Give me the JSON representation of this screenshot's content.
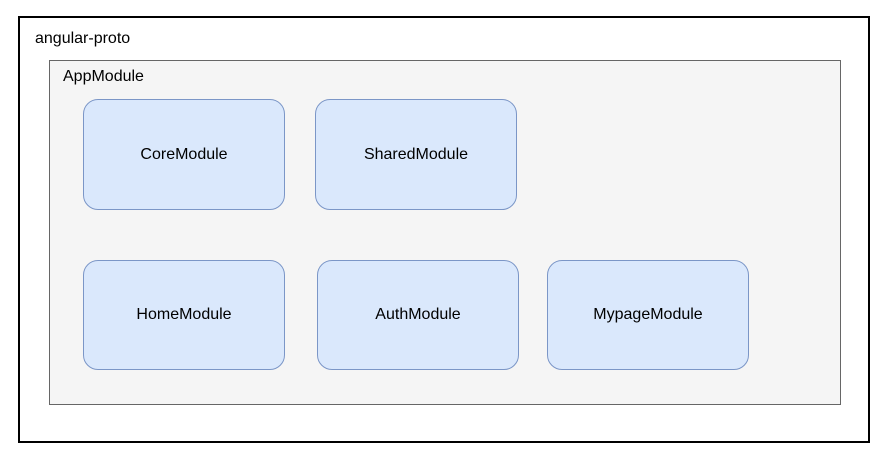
{
  "page": {
    "outer_label": "angular-proto",
    "container_label": "AppModule",
    "modules": [
      {
        "id": "core",
        "label": "CoreModule"
      },
      {
        "id": "shared",
        "label": "SharedModule"
      },
      {
        "id": "home",
        "label": "HomeModule"
      },
      {
        "id": "auth",
        "label": "AuthModule"
      },
      {
        "id": "mypage",
        "label": "MypageModule"
      }
    ],
    "colors": {
      "outer_border": "#000000",
      "container_fill": "#f5f5f5",
      "container_border": "#666666",
      "module_fill": "#dae8fc",
      "module_border": "#7b96c7"
    }
  }
}
